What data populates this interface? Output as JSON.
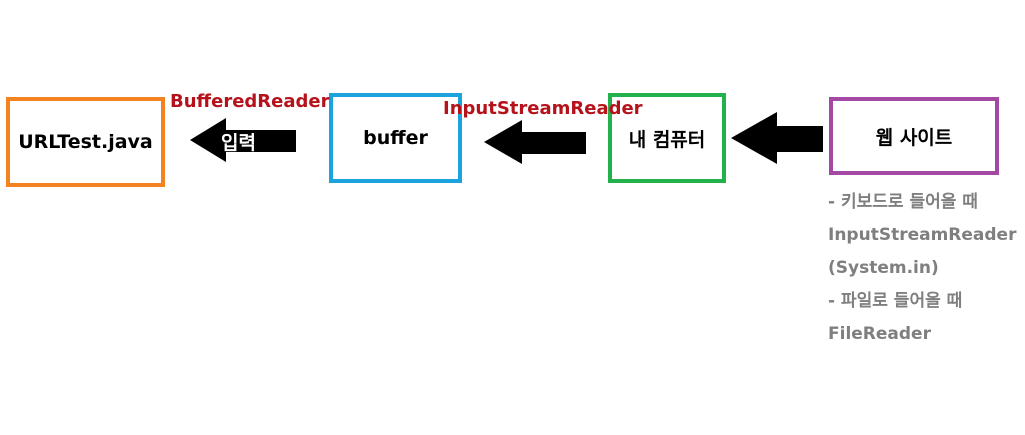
{
  "nodes": {
    "urltest": "URLTest.java",
    "buffer": "buffer",
    "my_computer": "내 컴퓨터",
    "website": "웹 사이트"
  },
  "labels": {
    "buffered_reader": "BufferedReader",
    "input_stream_reader": "InputStreamReader",
    "input_arrow": "입력"
  },
  "notes": [
    "- 키보드로 들어올 때",
    "InputStreamReader",
    "(System.in)",
    "- 파일로 들어올 때",
    "FileReader"
  ],
  "colors": {
    "urltest_border": "#f58220",
    "buffer_border": "#1aa3dd",
    "my_computer_border": "#22b14c",
    "website_border": "#a349a4",
    "label_red": "#b5121b",
    "note_gray": "#7f7f7f"
  }
}
